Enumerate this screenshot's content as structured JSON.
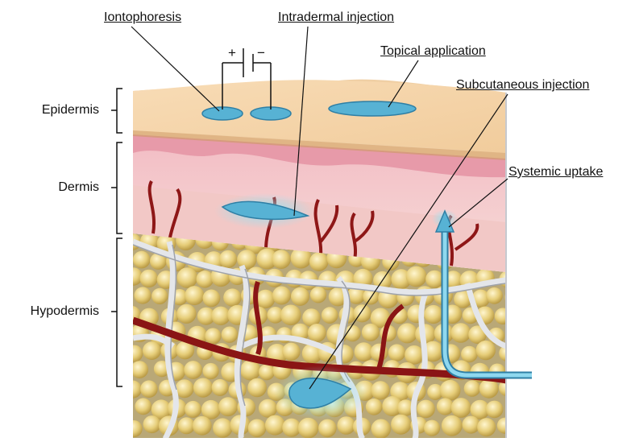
{
  "callouts": {
    "iontophoresis": "Iontophoresis",
    "intradermal": "Intradermal injection",
    "topical": "Topical application",
    "subcutaneous": "Subcutaneous injection",
    "systemic": "Systemic uptake"
  },
  "layers": {
    "epidermis": "Epidermis",
    "dermis": "Dermis",
    "hypodermis": "Hypodermis"
  },
  "electrodes": {
    "positive": "+",
    "negative": "−"
  },
  "colors": {
    "epidermis": "#f3cfa3",
    "dermis": "#f2c2cb",
    "hypodermis": "#b7a573",
    "fat_cell": "#e8d27e",
    "blood_vessel": "#8e1717",
    "drug": "#5bb4d6",
    "septa": "#d9dbe0"
  }
}
